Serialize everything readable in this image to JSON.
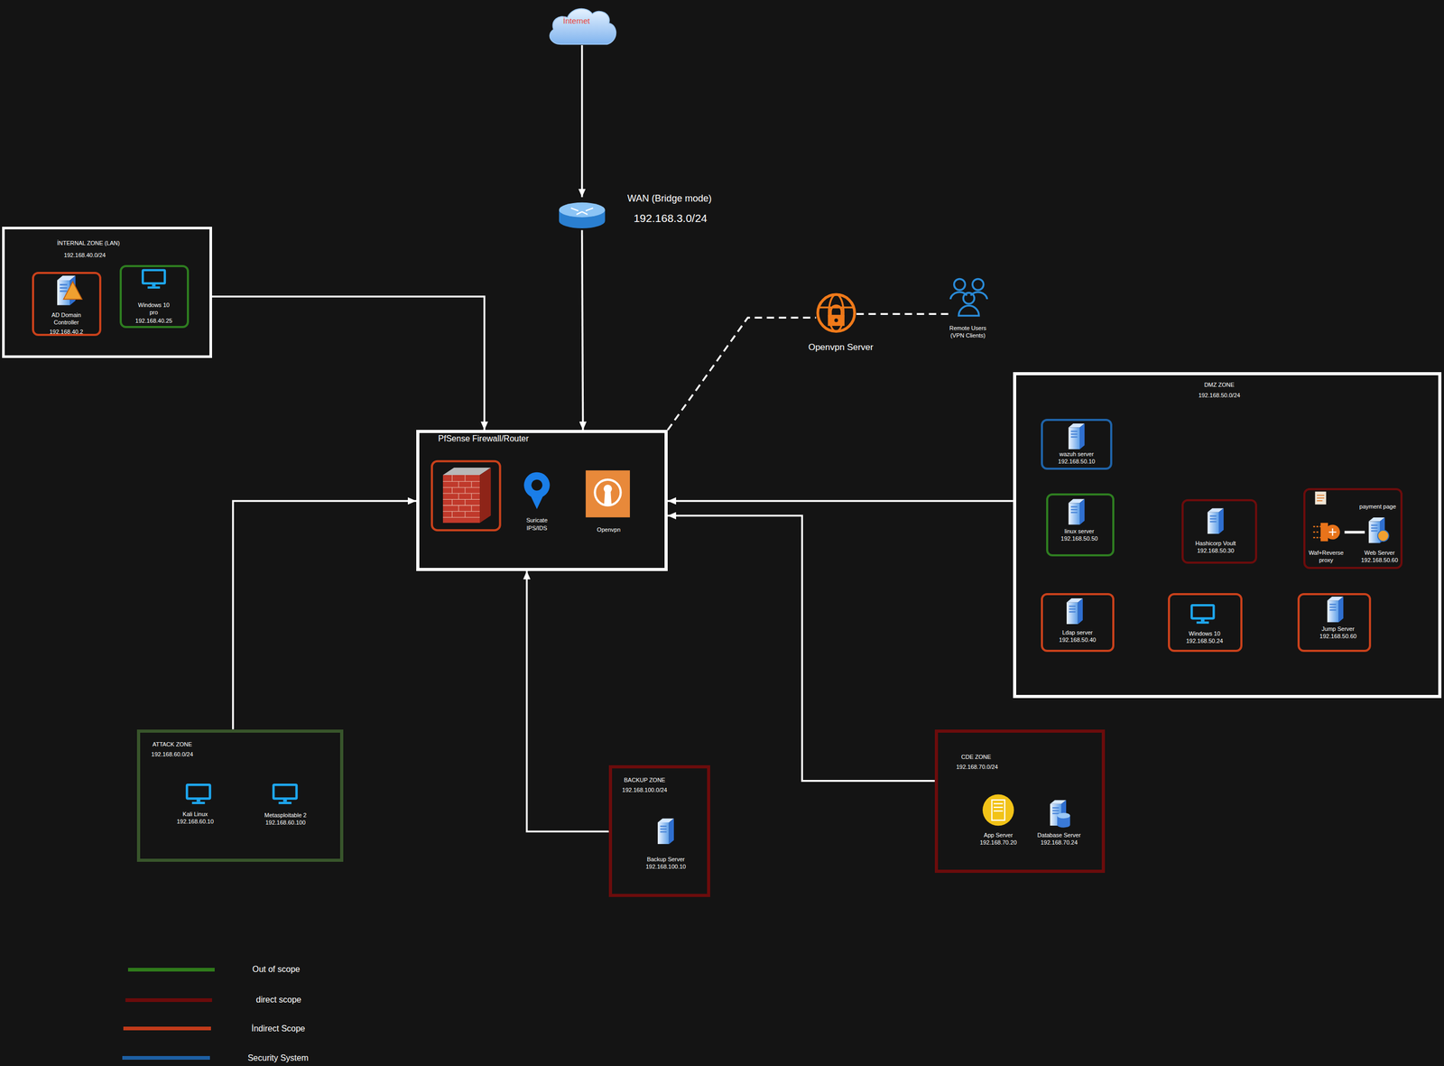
{
  "diagram": {
    "nodes": [
      {
        "text": [
          "İnternet"
        ]
      },
      {
        "text": [
          "WAN (Bridge mode)",
          "192.168.3.0/24"
        ]
      },
      {
        "text": [
          "İNTERNAL ZONE (LAN)",
          "192.168.40.0/24"
        ]
      },
      {
        "text": [
          "AD Domain Controller",
          "192.168.40.2"
        ],
        "in": 2
      },
      {
        "text": [
          "Windows 10 pro",
          "192.168.40.25"
        ],
        "in": 2
      },
      {
        "text": [
          "PfSense Firewall/Router"
        ]
      },
      {
        "text": [
          "Openvpn Server"
        ]
      },
      {
        "text": [
          "Remote Users (VPN Clients)"
        ]
      },
      {
        "text": [
          "DMZ ZONE",
          "192.168.50.0/24"
        ]
      },
      {
        "text": [
          "wazuh server",
          "192.168.50.10"
        ],
        "in": 8
      },
      {
        "text": [
          "linux server",
          "192.168.50.50"
        ],
        "in": 8
      },
      {
        "text": [
          "Hashicorp Voult",
          "192.168.50.30"
        ],
        "in": 8
      },
      {
        "text": [
          "payment page"
        ],
        "in": 8
      },
      {
        "text": [
          "Waf+Reverse proxy"
        ],
        "in": 12
      },
      {
        "text": [
          "Web Server",
          "192.168.50.60"
        ],
        "in": 12
      },
      {
        "text": [
          "Ldap server",
          "192.168.50.40"
        ],
        "in": 8
      },
      {
        "text": [
          "Windows 10",
          "192.168.50.24"
        ],
        "in": 8
      },
      {
        "text": [
          "Jump Server",
          "192.168.50.60"
        ],
        "in": 8
      },
      {
        "text": [
          "ATTACK ZONE",
          "192.168.60.0/24"
        ]
      },
      {
        "text": [
          "Kali Linux",
          "192.168.60.10"
        ],
        "in": 18
      },
      {
        "text": [
          "Metasploitable 2",
          "192.168.60.100"
        ],
        "in": 18
      },
      {
        "text": [
          "BACKUP ZONE",
          "192.168.100.0/24"
        ]
      },
      {
        "text": [
          "Backup Server",
          "192.168.100.10"
        ],
        "in": 21
      },
      {
        "text": [
          "CDE ZONE",
          "192.168.70.0/24"
        ]
      },
      {
        "text": [
          "App Server",
          "192.168.70.20"
        ],
        "in": 23
      },
      {
        "text": [
          "Database Server",
          "192.168.70.24"
        ],
        "in": 23
      }
    ],
    "edges": [
      {
        "from": 0,
        "to": 1,
        "arrow": "to"
      },
      {
        "from": 1,
        "to": 5,
        "arrow": "to"
      },
      {
        "from": 2,
        "to": 5,
        "arrow": "to"
      },
      {
        "from": 8,
        "to": 5,
        "arrow": "to"
      },
      {
        "from": 18,
        "to": 5,
        "arrow": "to"
      },
      {
        "from": 21,
        "to": 5,
        "arrow": "to"
      },
      {
        "from": 23,
        "to": 5,
        "arrow": "to"
      },
      {
        "from": 5,
        "to": 6,
        "arrow": "none"
      },
      {
        "from": 6,
        "to": 7,
        "arrow": "none"
      },
      {
        "from": 13,
        "to": 14,
        "arrow": "none"
      }
    ],
    "labels": [
      "Suricate IPS/IDS",
      "Openvpn"
    ],
    "legend": [
      {
        "text": "Out of scope",
        "color": "#2f7a1b"
      },
      {
        "text": "direct scope",
        "color": "#6b0b0b"
      },
      {
        "text": "İndirect Scope",
        "color": "#c23b1a"
      },
      {
        "text": "Security System",
        "color": "#1d5fa3"
      }
    ]
  }
}
